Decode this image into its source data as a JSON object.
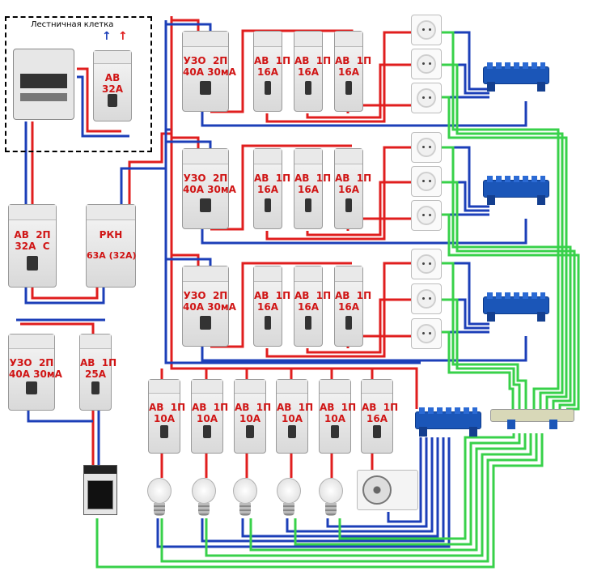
{
  "staircase_label": "Лестничная клетка",
  "devices": {
    "stair_breaker": "АВ\n32А",
    "main_breaker": "АВ  2П\n32А  С",
    "voltage_relay": "РКН",
    "voltage_relay_rating": "63А (32А)",
    "rcd1": "УЗО  2П\n40А 30мА",
    "rcd2": "УЗО  2П\n40А 30мА",
    "rcd3": "УЗО  2П\n40А 30мА",
    "rcd4": "УЗО  2П\n40А 30мА",
    "stove_breaker": "АВ  1П\n25А",
    "socket_breaker": "АВ  1П\n16А",
    "light_breaker": "АВ  1П\n10А",
    "ac_breaker": "АВ  1П\n16А"
  },
  "colors": {
    "phase": "#e01e1e",
    "neutral": "#1c3fb8",
    "ground": "#38d14a",
    "label": "#d01515",
    "bus": "#1b56b8"
  },
  "icons": [
    "meter-icon",
    "up-arrow-red-icon",
    "up-arrow-blue-icon",
    "socket-icon",
    "bulb-icon",
    "stove-icon",
    "air-conditioner-icon",
    "neutral-bus-icon",
    "ground-bus-icon"
  ]
}
